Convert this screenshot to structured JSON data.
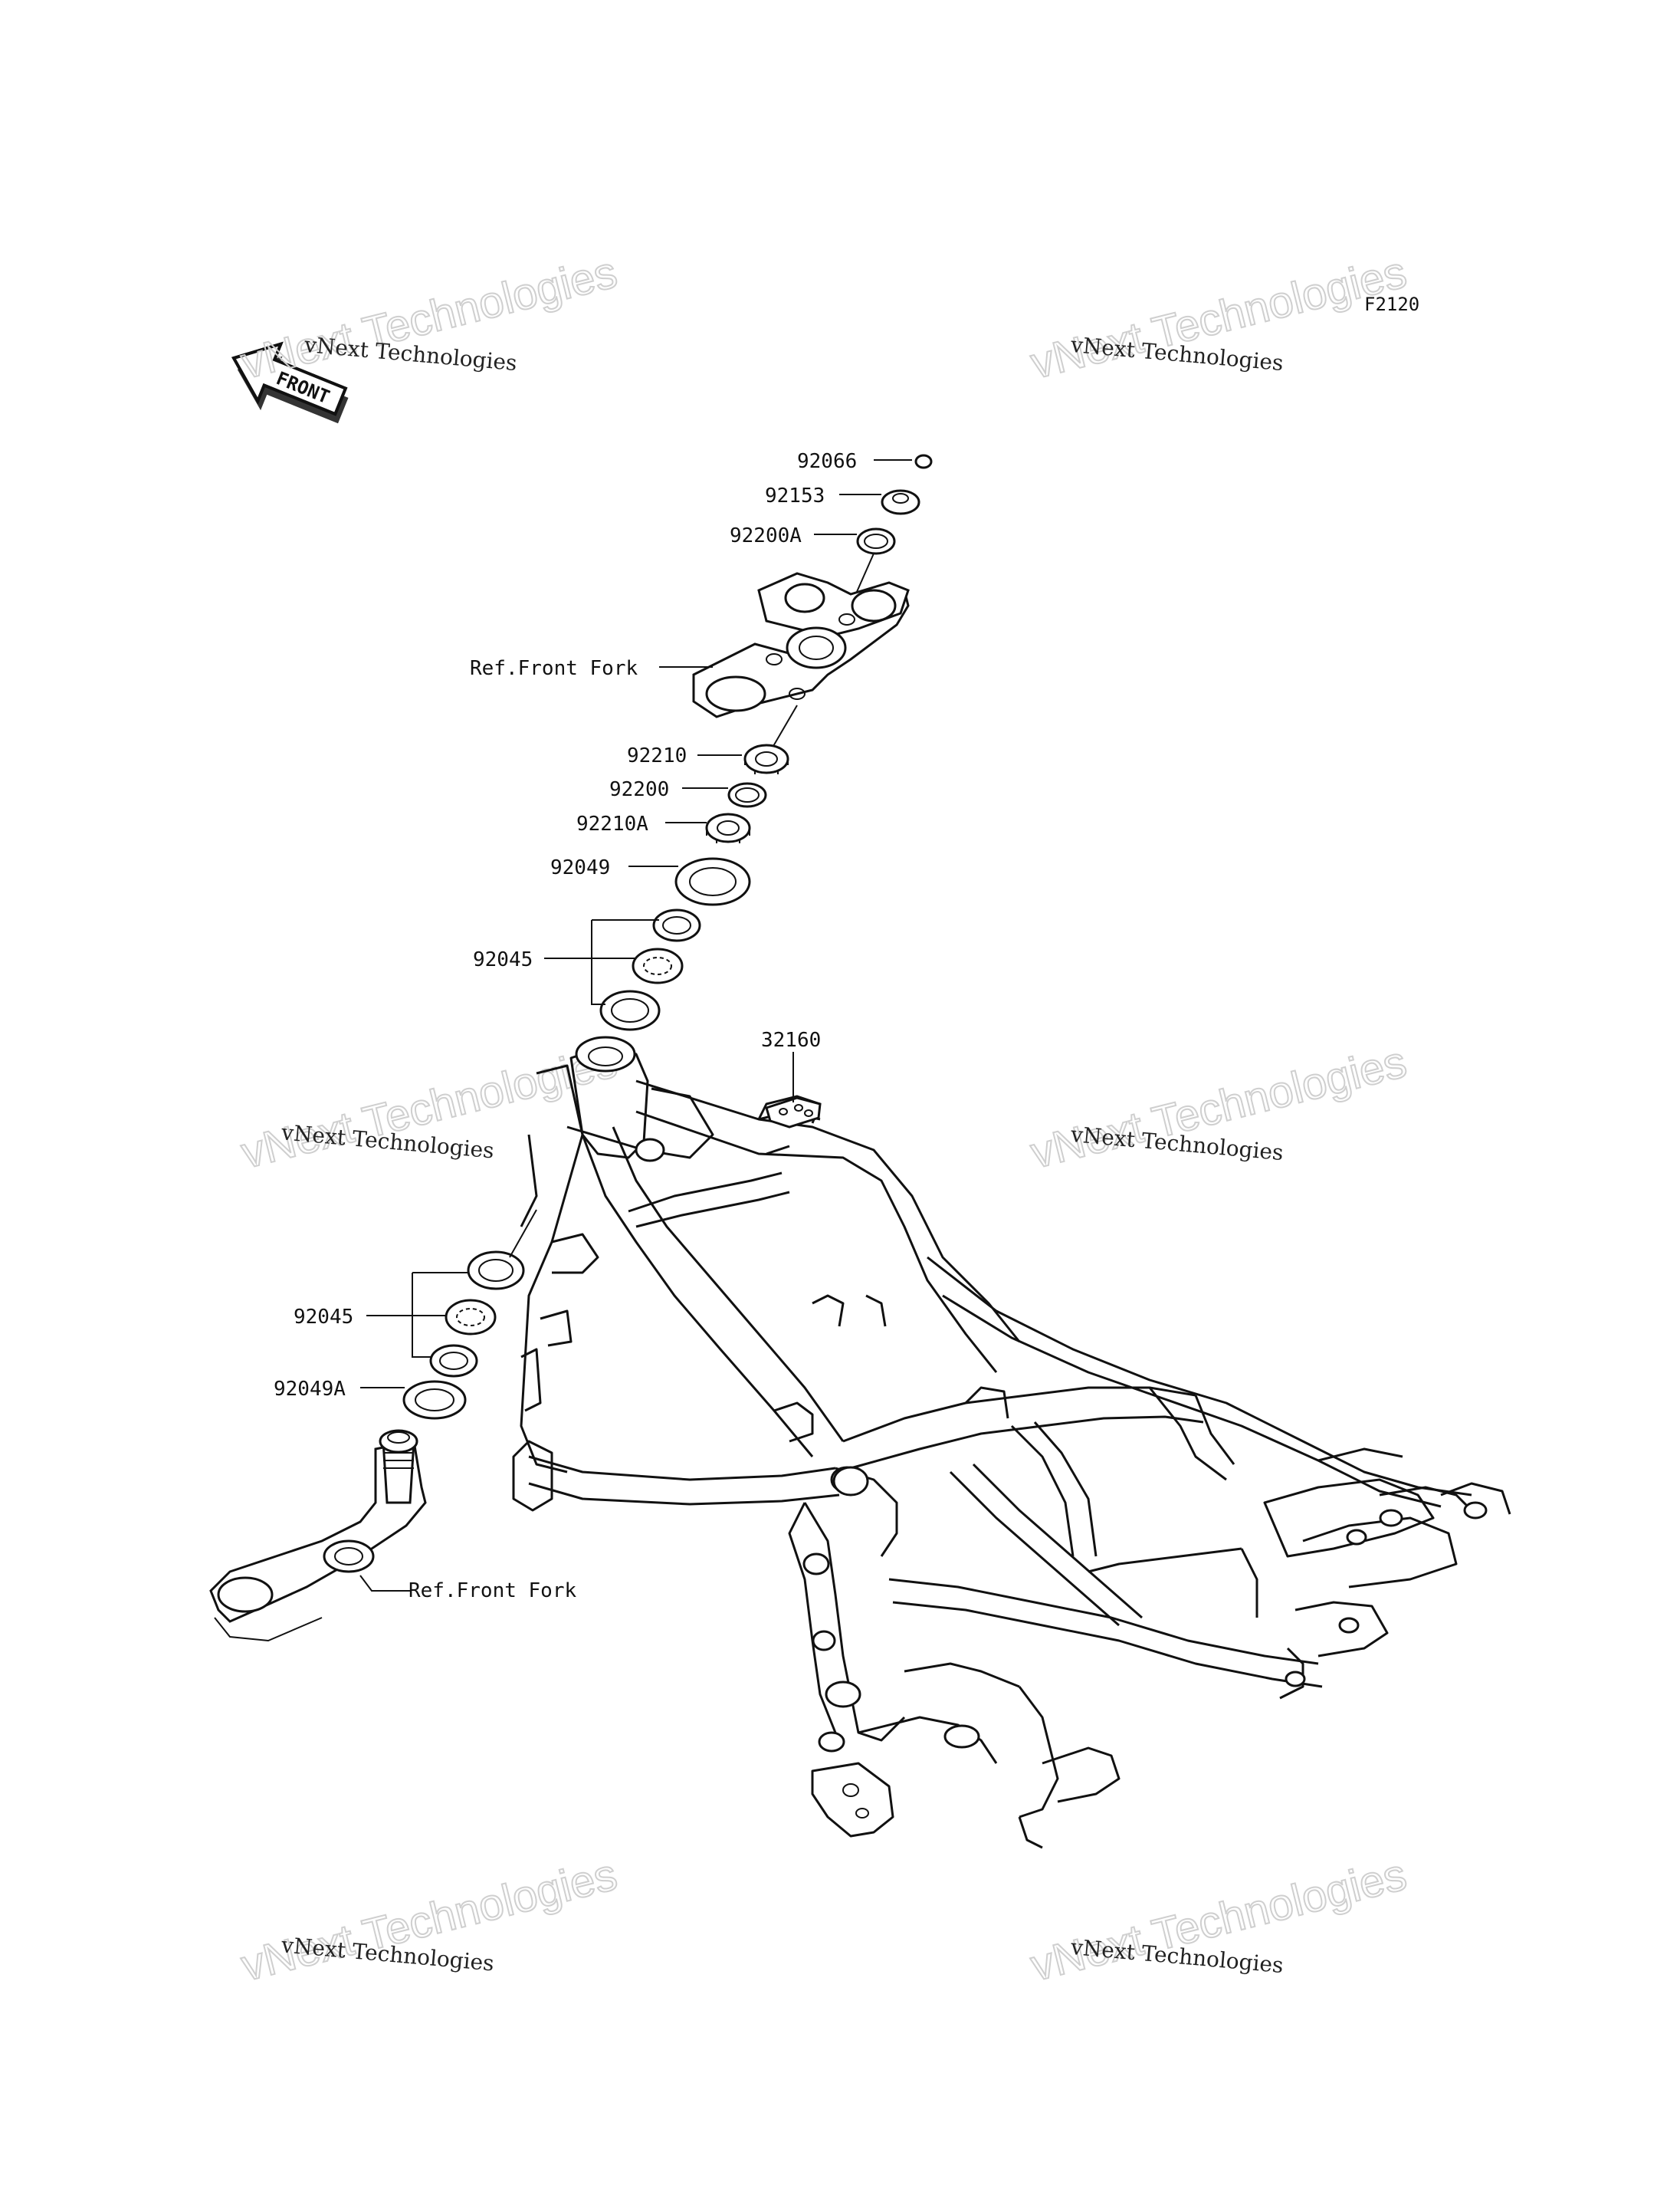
{
  "diagram": {
    "code": "F2120",
    "front_badge": "FRONT",
    "watermark_line1": "vNext Technologies",
    "watermark_line2": "vNext Technologies",
    "callouts": [
      {
        "id": "92066",
        "text": "92066"
      },
      {
        "id": "92153",
        "text": "92153"
      },
      {
        "id": "92200A",
        "text": "92200A"
      },
      {
        "id": "ref-front-fork-top",
        "text": "Ref.Front Fork"
      },
      {
        "id": "92210",
        "text": "92210"
      },
      {
        "id": "92200",
        "text": "92200"
      },
      {
        "id": "92210A",
        "text": "92210A"
      },
      {
        "id": "92049",
        "text": "92049"
      },
      {
        "id": "92045-upper",
        "text": "92045"
      },
      {
        "id": "32160",
        "text": "32160"
      },
      {
        "id": "92045-lower",
        "text": "92045"
      },
      {
        "id": "92049A",
        "text": "92049A"
      },
      {
        "id": "ref-front-fork-bottom",
        "text": "Ref.Front Fork"
      }
    ]
  }
}
